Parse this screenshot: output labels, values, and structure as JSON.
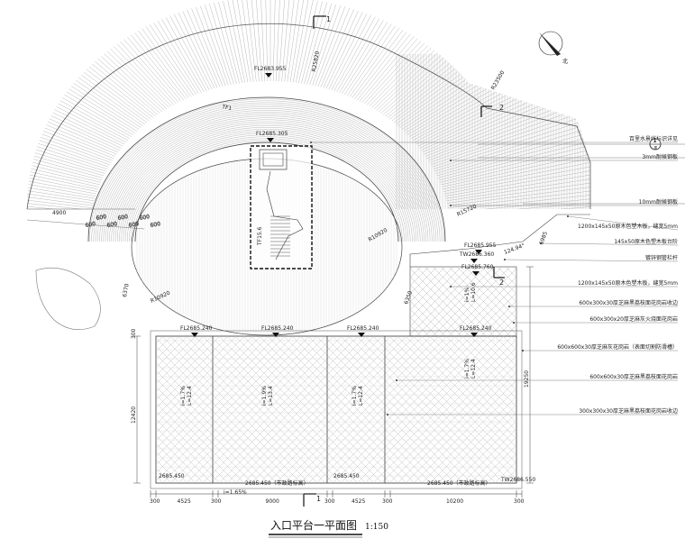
{
  "title": "入口平台一平面图",
  "scale": "1:150",
  "north_label": "北",
  "section_marks": [
    "1",
    "2"
  ],
  "levels": {
    "top": "FL2683.955",
    "inner_ring": "FL2685.305",
    "terrace_mid": "FL2685.955",
    "terrace_tw": "TW2686.360",
    "terrace_fl": "FL2685.760",
    "plaza": [
      "FL2685.240",
      "FL2685.240",
      "FL2685.240",
      "FL2685.240"
    ],
    "bottom": [
      "2685.450",
      "2685.450（市政路标高）",
      "2685.450",
      "2685.450（市政路标高）"
    ],
    "bottom_right": "TW2686.550",
    "small_label": "i=1.65%"
  },
  "radii": [
    "R25820",
    "R23500",
    "R15720",
    "R10920",
    "R10920"
  ],
  "dims": {
    "left_4900": "4900",
    "ring_600": [
      "600",
      "600",
      "600",
      "600",
      "600",
      "600",
      "600"
    ],
    "d6370": "6370",
    "d6350": "6350",
    "d6985": "6985",
    "d124": "124.94°",
    "d300_left": "300",
    "d12420": "12420",
    "d19250": "19250",
    "bottom": [
      "300",
      "4525",
      "300",
      "9000",
      "300",
      "4525",
      "300",
      "10200",
      "300"
    ]
  },
  "slopes": [
    "i=1%\nL=10.6",
    "i=1.7%\nL=12.4",
    "i=1.9%\nL=13.4",
    "i=1.7%\nL=12.4",
    "i=1.7%\nL=12.4"
  ],
  "stair_label": "TF15.6",
  "arc_label": "TF1",
  "legend": [
    "百里水景线标识详见",
    "3mm耐候钢板",
    "10mm耐候钢板",
    "1200x145x50原木色塑木板，缝宽5mm",
    "145x50原木色塑木板台阶",
    "镀锌钢管栏杆",
    "1200x145x50原木色塑木板，缝宽5mm",
    "600x300x30厚芝麻黑荔枝面花岗岩收边",
    "600x300x20厚芝麻灰火烧面花岗岩",
    "600x600x30厚芝麻灰花岗岩（表面切割防滑槽）",
    "600x600x30厚芝麻黑荔枝面花岗岩",
    "300x300x30厚芝麻黑荔枝面花岗岩收边"
  ],
  "legend_ref": "1",
  "legend_ref_sub": "L-图"
}
